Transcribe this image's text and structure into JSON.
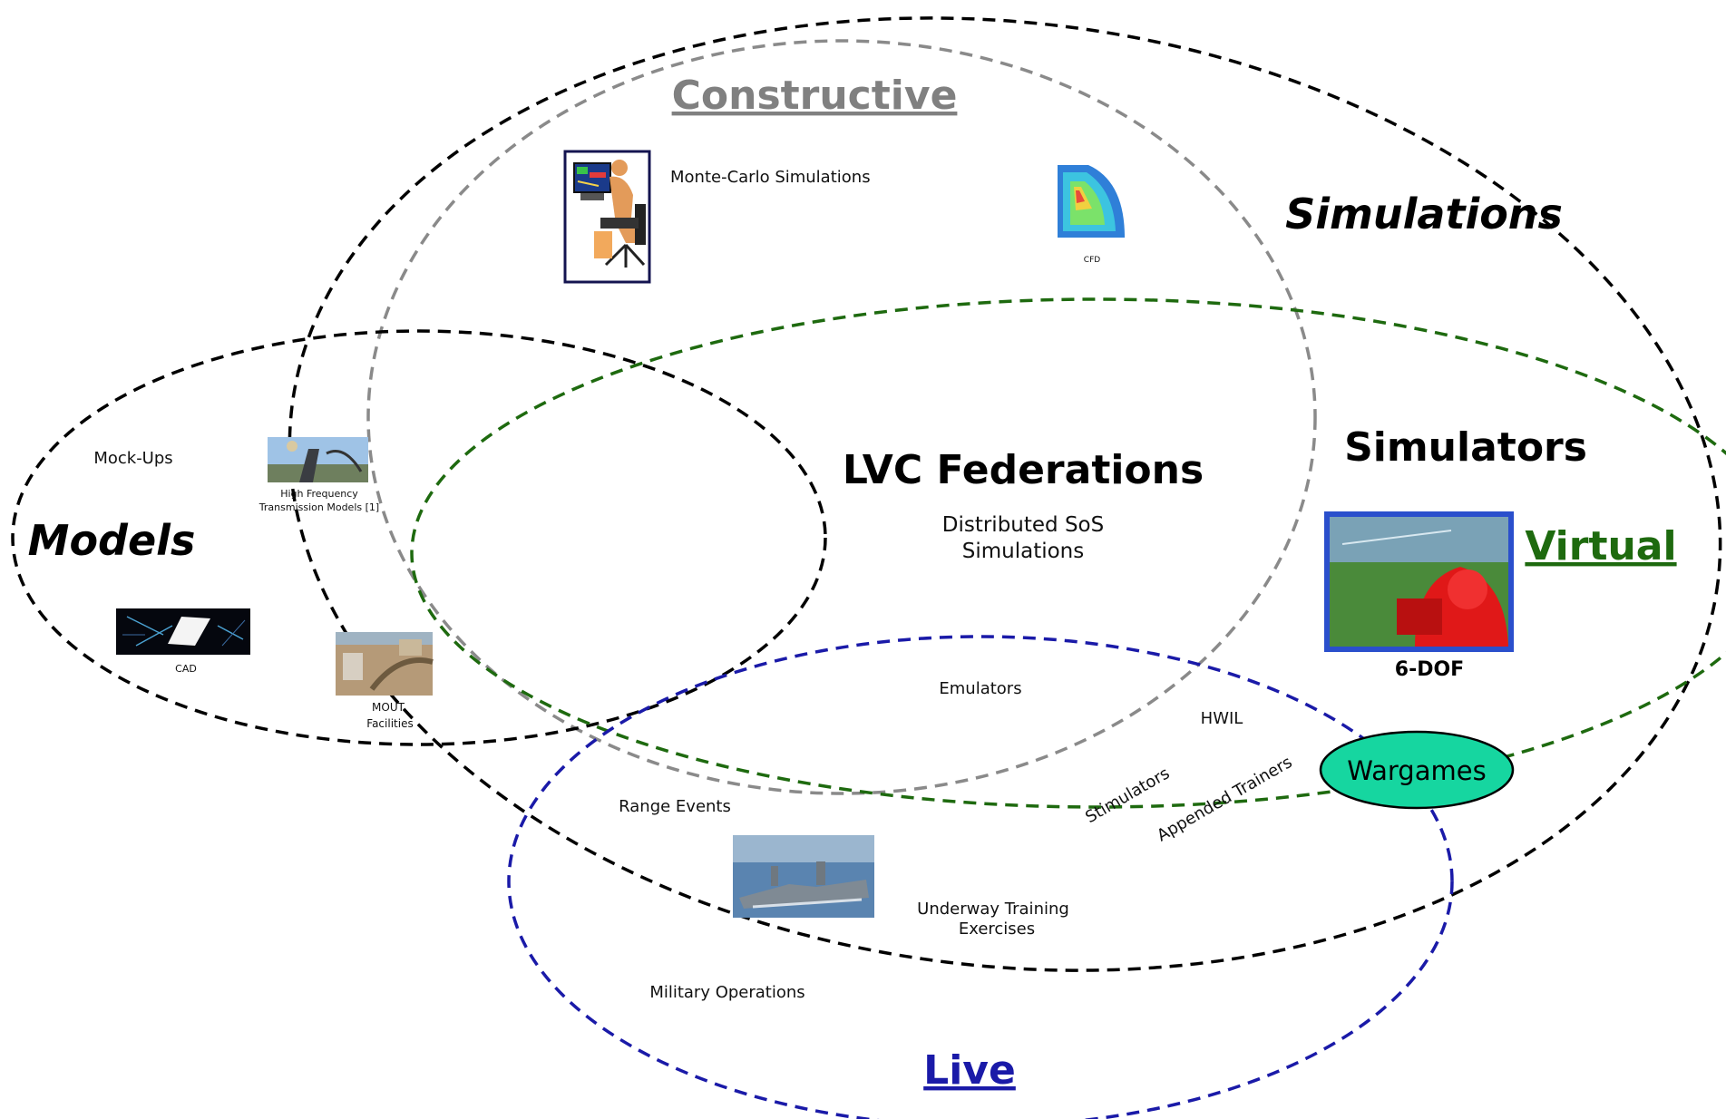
{
  "regions": {
    "constructive": "Constructive",
    "simulations": "Simulations",
    "models": "Models",
    "simulators": "Simulators",
    "virtual": "Virtual",
    "live": "Live",
    "lvc": "LVC Federations"
  },
  "center": {
    "line1": "Distributed SoS",
    "line2": "Simulations"
  },
  "items": {
    "monte_carlo": "Monte-Carlo Simulations",
    "cfd": "CFD",
    "mock_ups": "Mock-Ups",
    "hf_line1": "High Frequency",
    "hf_line2": "Transmission Models [1]",
    "cad": "CAD",
    "mout_line1": "MOUT",
    "mout_line2": "Facilities",
    "emulators": "Emulators",
    "hwil": "HWIL",
    "stimulators": "Stimulators",
    "appended_trainers": "Appended Trainers",
    "range_events": "Range Events",
    "underway_line1": "Underway Training",
    "underway_line2": "Exercises",
    "military_ops": "Military Operations",
    "six_dof": "6-DOF",
    "wargames": "Wargames"
  },
  "colors": {
    "black_dash": "#000000",
    "gray_dash": "#8a8a8a",
    "green_dash": "#1e6a0f",
    "blue_dash": "#1a1aa8",
    "constructive_text": "#808080",
    "virtual_text": "#1e6a0f",
    "live_text": "#1a1aa8",
    "wargames_fill": "#16d6a0"
  }
}
